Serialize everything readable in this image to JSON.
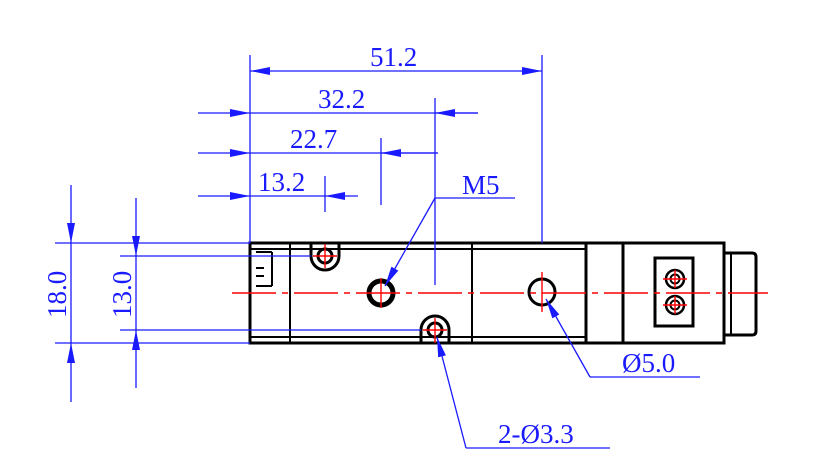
{
  "colors": {
    "dimension": "#1a1aff",
    "outline": "#000000",
    "centerline": "#ff0000",
    "background": "#ffffff"
  },
  "dimensions": {
    "overall_width": "51.2",
    "to_center_line": "32.2",
    "to_m5_hole": "22.7",
    "to_small_hole": "13.2",
    "thread_callout": "M5",
    "body_height": "18.0",
    "hole_spacing_height": "13.0",
    "large_hole_diameter": "Ø5.0",
    "mounting_holes": "2-Ø3.3"
  }
}
